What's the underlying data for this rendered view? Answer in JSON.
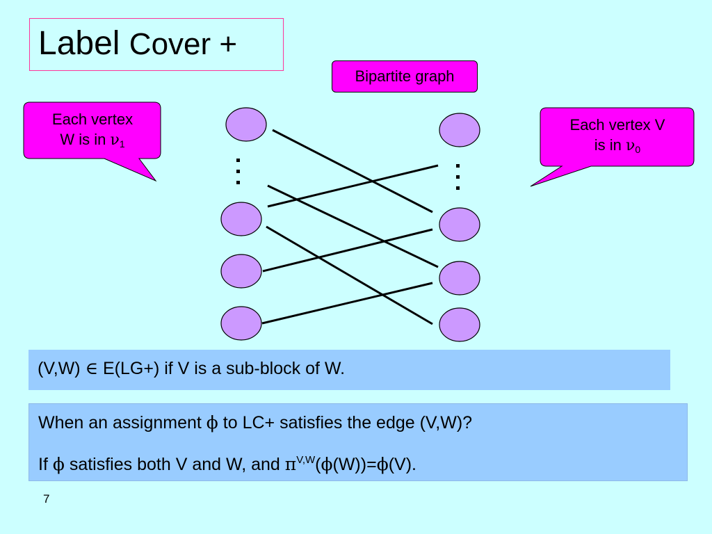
{
  "title": {
    "main": "Label",
    "rest": "Cover +"
  },
  "tag": "Bipartite graph",
  "callout_left": {
    "line1": "Each vertex",
    "line2": "W is in ",
    "symbol": "ν",
    "subscript": "1"
  },
  "callout_right": {
    "line1": "Each vertex V",
    "line2": "is in ",
    "symbol": "ν",
    "subscript": "0"
  },
  "colors": {
    "background": "#ccffff",
    "node_fill": "#cc99ff",
    "callout_fill": "#ff00ff",
    "box_fill": "#99ccff"
  },
  "statement": {
    "before": "(V,W) ",
    "symbol": "∈",
    "after": " E(LG+) if V is a sub-block of W."
  },
  "question": {
    "q_before": "When an assignment ",
    "phi": "ϕ",
    "q_after": " to LC+ satisfies the edge (V,W)?",
    "a_before": "If ",
    "a_mid": " satisfies both V and W, and ",
    "pi": "π",
    "sup": "V,W",
    "a_tail1": "(",
    "a_tail2": "(W))=",
    "a_tail3": "(V)."
  },
  "page_number": "7"
}
